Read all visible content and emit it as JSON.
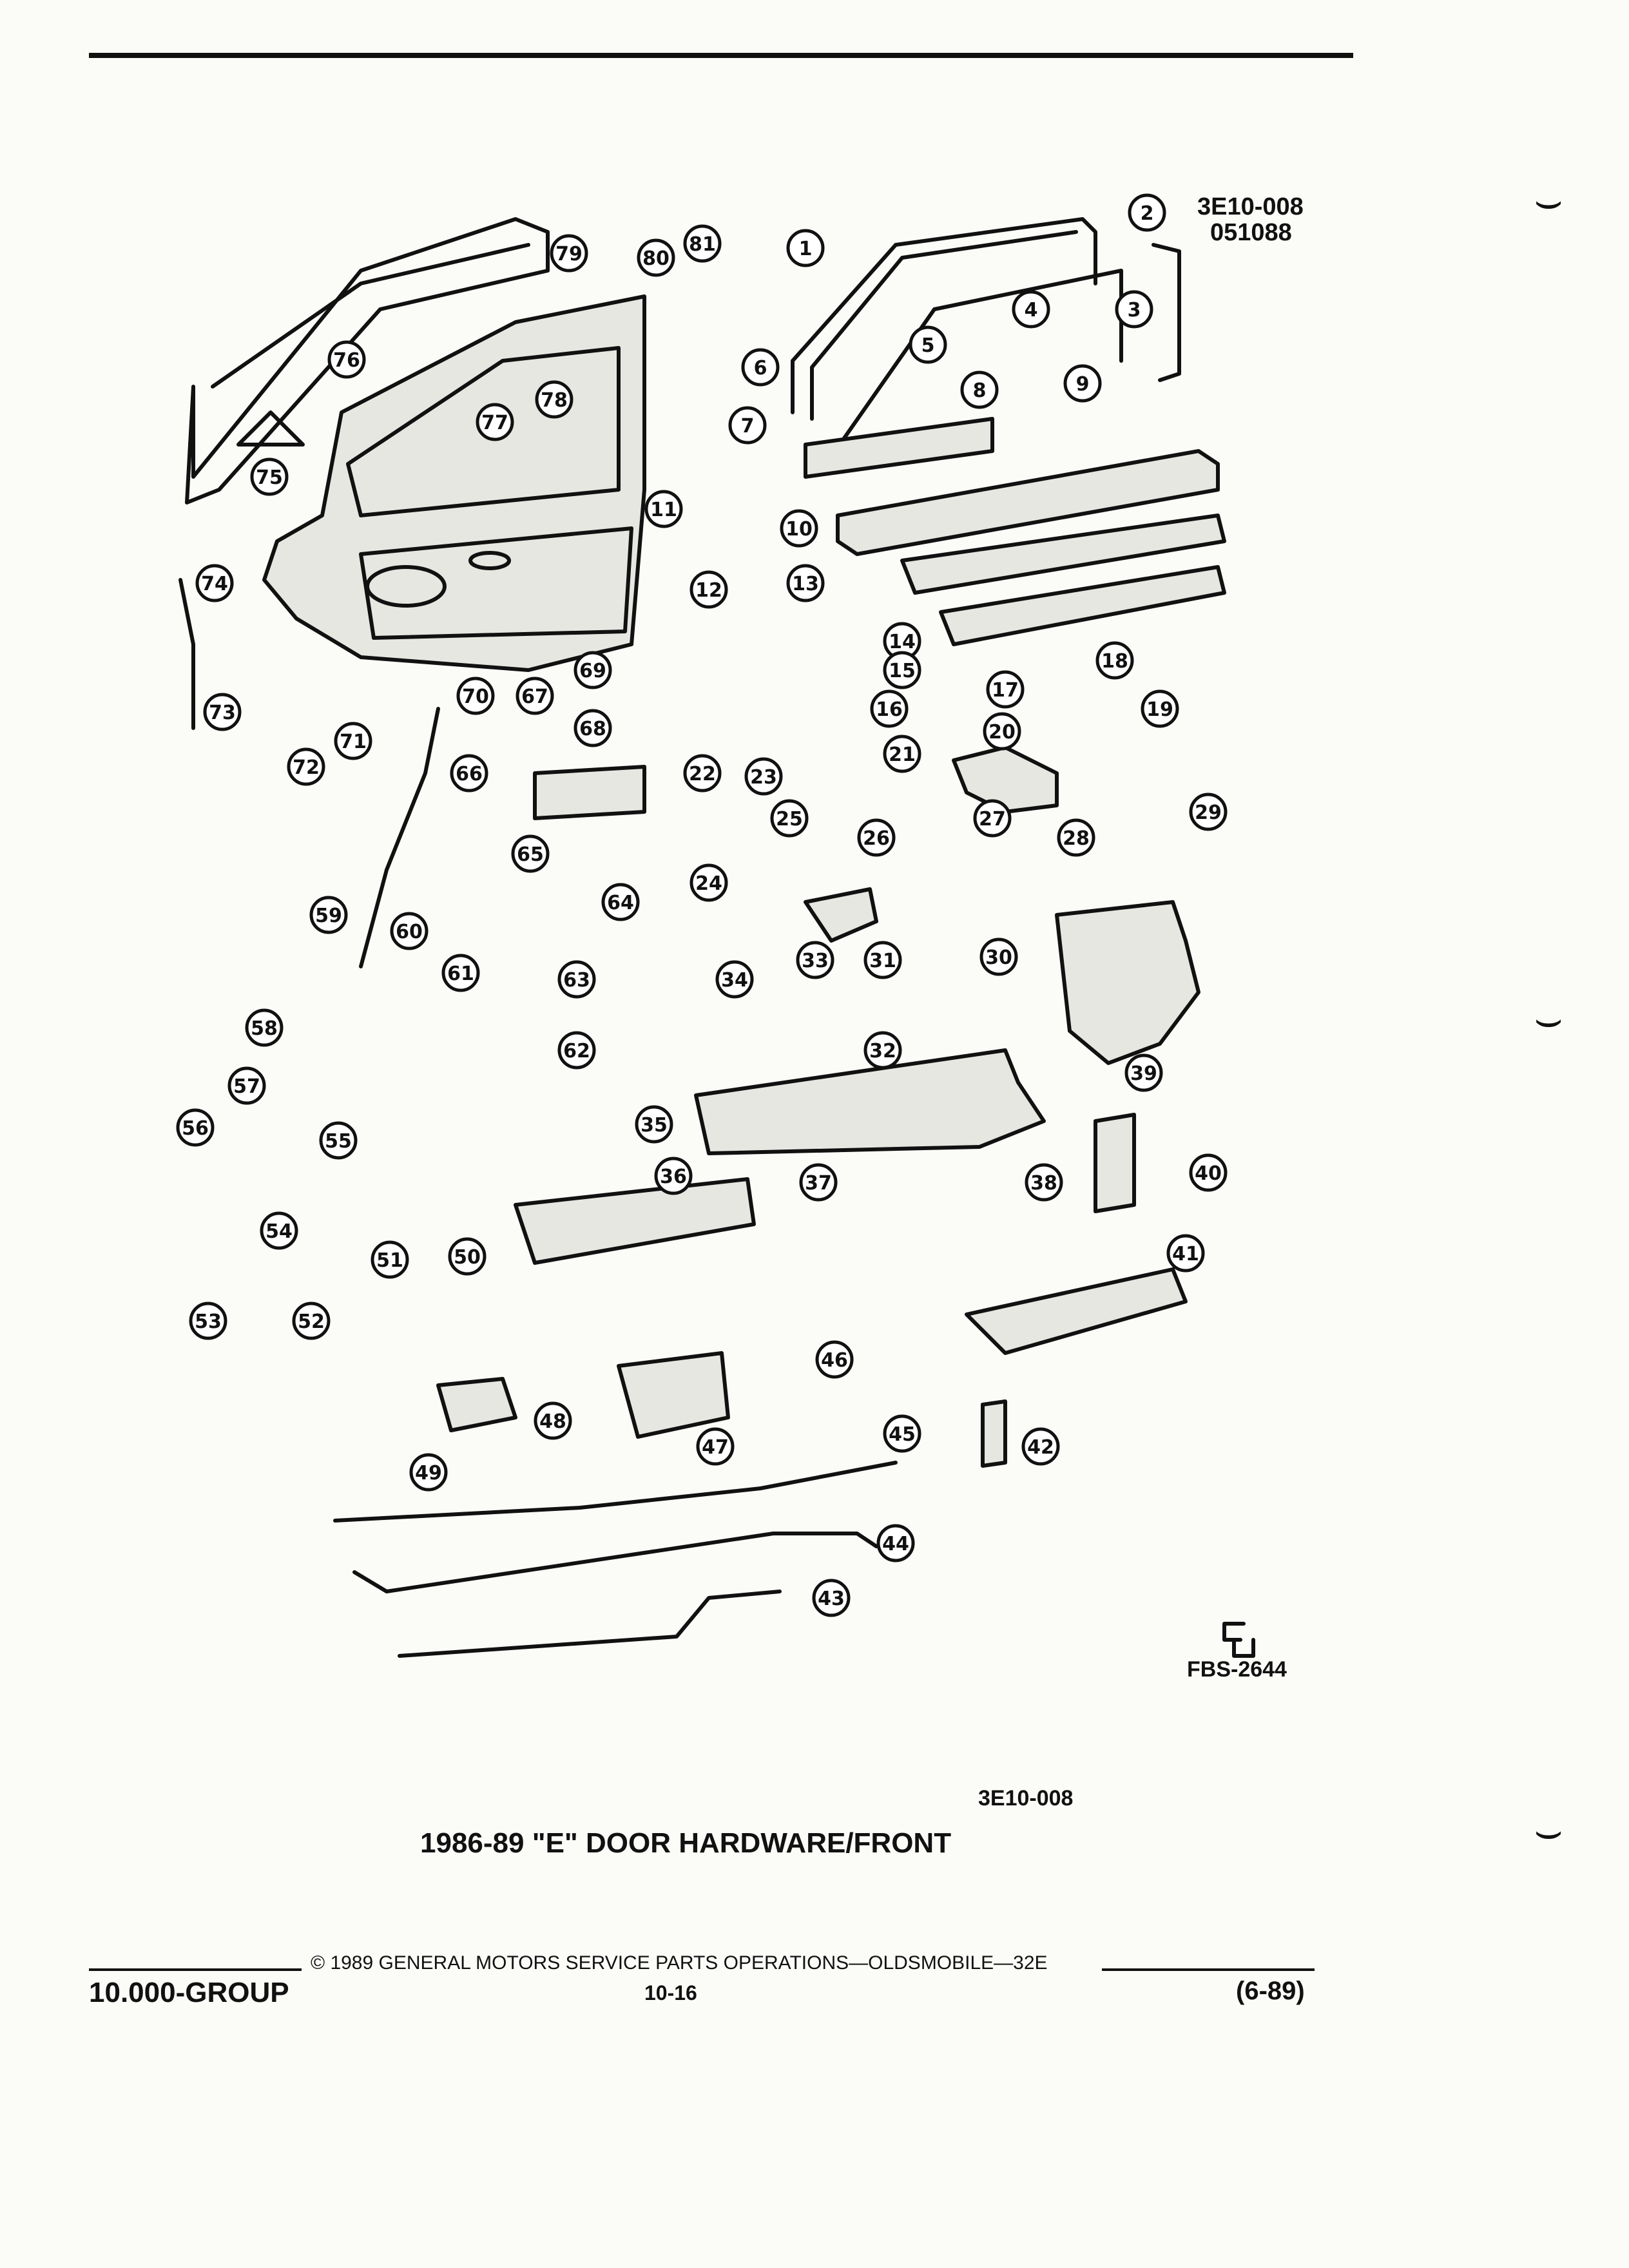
{
  "header": {
    "ref_code": "3E10-008",
    "ref_date": "051088"
  },
  "diagram": {
    "callouts": [
      "1",
      "2",
      "3",
      "4",
      "5",
      "6",
      "7",
      "8",
      "9",
      "10",
      "11",
      "12",
      "13",
      "14",
      "15",
      "16",
      "17",
      "18",
      "19",
      "20",
      "21",
      "22",
      "23",
      "24",
      "25",
      "26",
      "27",
      "28",
      "29",
      "30",
      "31",
      "32",
      "33",
      "34",
      "35",
      "36",
      "37",
      "38",
      "39",
      "40",
      "41",
      "42",
      "43",
      "44",
      "45",
      "46",
      "47",
      "48",
      "49",
      "50",
      "51",
      "52",
      "53",
      "54",
      "55",
      "56",
      "57",
      "58",
      "59",
      "60",
      "61",
      "62",
      "63",
      "64",
      "65",
      "66",
      "67",
      "68",
      "69",
      "70",
      "71",
      "72",
      "73",
      "74",
      "75",
      "76",
      "77",
      "78",
      "79",
      "80",
      "81"
    ],
    "art_ref": "FBS-2644",
    "logo": "GM SPO"
  },
  "caption": {
    "code": "3E10-008",
    "title": "1986-89 \"E\" DOOR HARDWARE/FRONT"
  },
  "footer": {
    "copyright": "© 1989 GENERAL MOTORS SERVICE PARTS OPERATIONS—OLDSMOBILE—32E",
    "group": "10.000-GROUP",
    "page": "10-16",
    "date": "(6-89)"
  }
}
